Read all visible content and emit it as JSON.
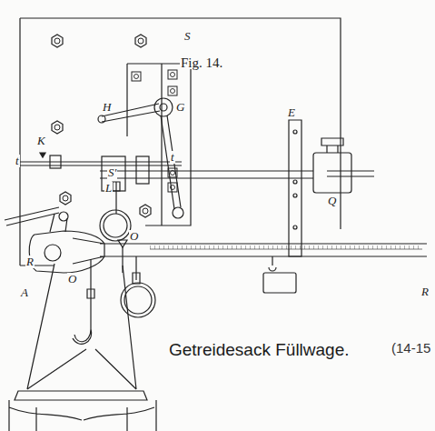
{
  "diagram": {
    "caption": "Getreidesack Füllwage.",
    "labels": [
      "S",
      "Fig. 14.",
      "H",
      "G",
      "K",
      "t",
      "t",
      "S'",
      "E",
      "Q",
      "L",
      "O",
      "R",
      "O",
      "R",
      "A",
      "(14-15"
    ]
  }
}
